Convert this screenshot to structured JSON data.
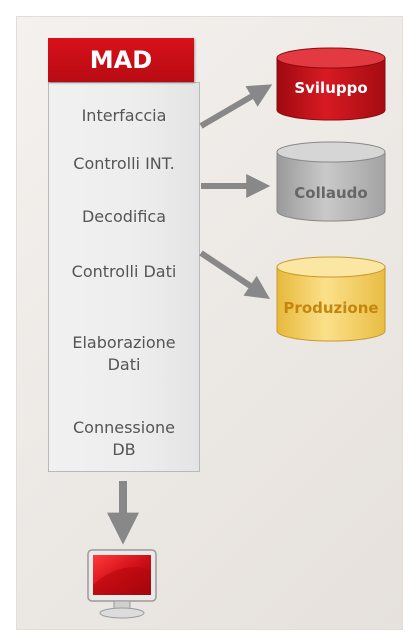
{
  "mad": {
    "title": "MAD",
    "items": [
      "Interfaccia",
      "Controlli INT.",
      "Decodifica",
      "Controlli Dati",
      "Elaborazione Dati",
      "Connessione DB"
    ]
  },
  "environments": [
    {
      "label": "Sviluppo",
      "color": "#c8101a"
    },
    {
      "label": "Collaudo",
      "color": "#b0b0b0"
    },
    {
      "label": "Produzione",
      "color": "#f3cf5a"
    }
  ],
  "colors": {
    "accent_red": "#d8111a",
    "arrow_gray": "#888888",
    "label_gray": "#555555",
    "produzione_text": "#c4860c"
  },
  "icons": [
    "monitor-icon"
  ]
}
